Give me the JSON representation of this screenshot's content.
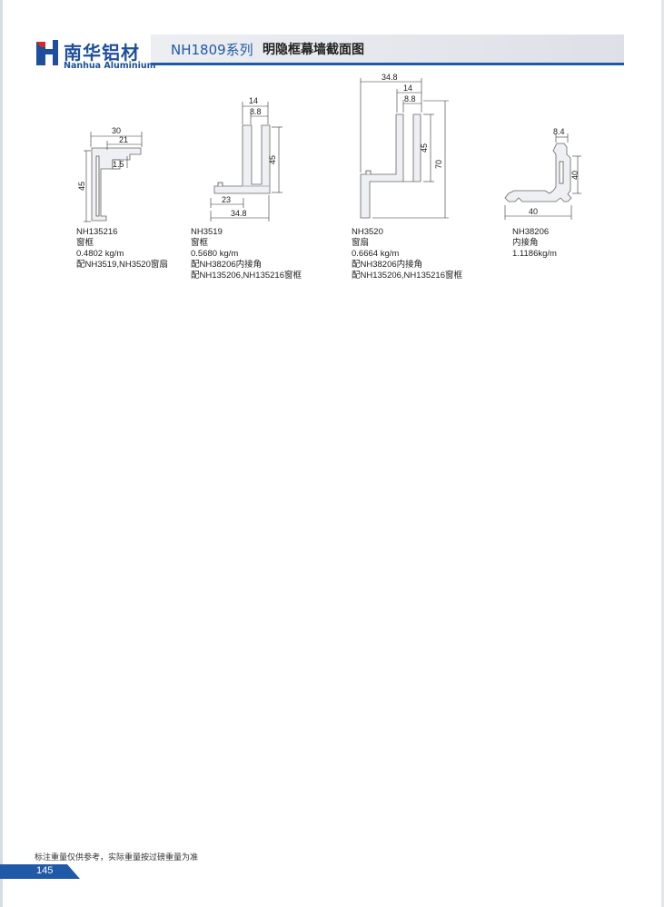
{
  "brand": {
    "name_cn": "南华铝材",
    "name_en": "Nanhua Aluminium",
    "color": "#1e4f9c"
  },
  "header": {
    "series": "NH1809系列",
    "title": "明隐框幕墙截面图",
    "accent_color": "#1f59a8"
  },
  "profiles": [
    {
      "code": "NH135216",
      "type": "窗框",
      "weight": "0.4802 kg/m",
      "note": "配NH3519,NH3520窗扇",
      "dims": [
        "30",
        "21",
        "1.5",
        "45"
      ]
    },
    {
      "code": "NH3519",
      "type": "窗框",
      "weight": "0.5680 kg/m",
      "note": "配NH38206内接角",
      "note2": "配NH135206,NH135216窗框",
      "dims": [
        "14",
        "8.8",
        "45",
        "23",
        "34.8"
      ]
    },
    {
      "code": "NH3520",
      "type": "窗扇",
      "weight": "0.6664 kg/m",
      "note": "配NH38206内接角",
      "note2": "配NH135206,NH135216窗框",
      "dims": [
        "34.8",
        "14",
        "8.8",
        "45",
        "70"
      ]
    },
    {
      "code": "NH38206",
      "type": "内接角",
      "weight": "1.1186kg/m",
      "dims": [
        "8.4",
        "40",
        "40"
      ]
    }
  ],
  "footer": {
    "note": "标注重量仅供参考，实际重量按过磅重量为准",
    "page": "145"
  }
}
